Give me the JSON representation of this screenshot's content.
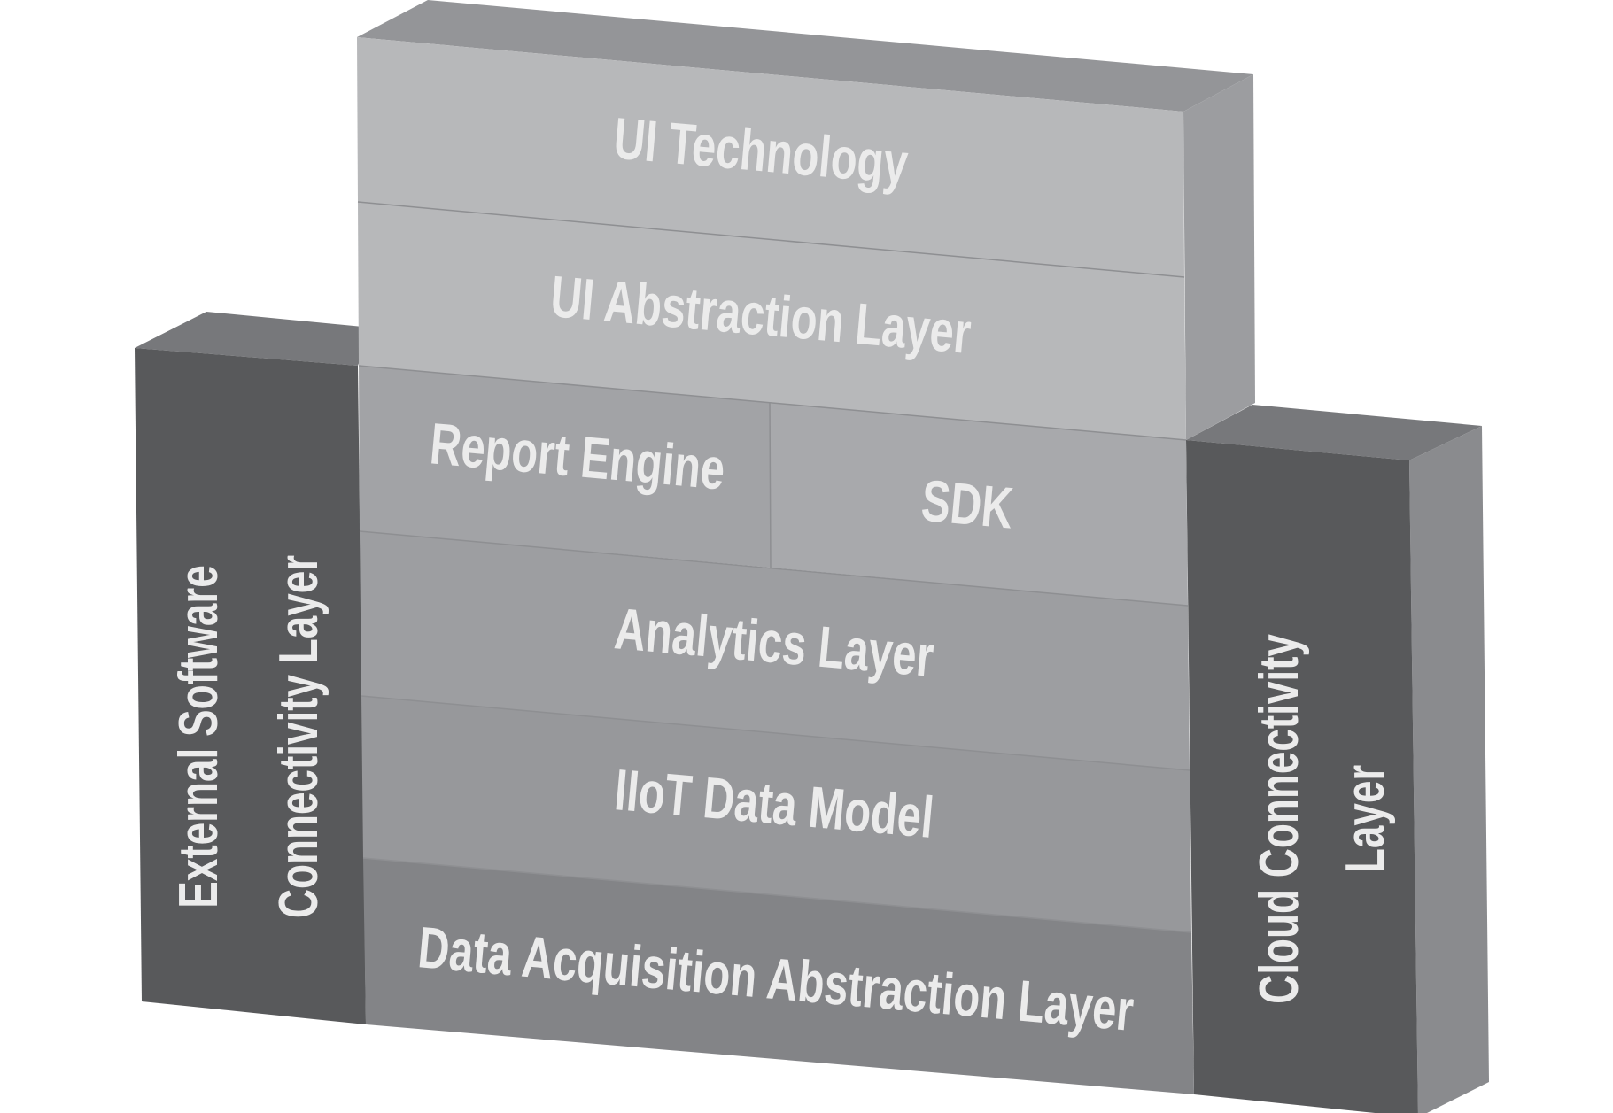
{
  "diagram": {
    "layers": {
      "ui_technology": "UI Technology",
      "ui_abstraction": "UI Abstraction Layer",
      "report_engine": "Report Engine",
      "sdk": "SDK",
      "analytics": "Analytics Layer",
      "iiot_data_model": "IIoT Data Model",
      "data_acquisition": "Data Acquisition Abstraction Layer"
    },
    "side_pillars": {
      "left": {
        "line1": "External Software",
        "line2": "Connectivity Layer"
      },
      "right": {
        "line1": "Cloud Connectivity",
        "line2": "Layer"
      }
    },
    "colors": {
      "top_layers": "#b7b8ba",
      "middle_layers": "#a2a3a6",
      "lower_layers": "#97989b",
      "bottom_layer": "#838487",
      "pillars": "#58595b",
      "pillar_tops": "#77787b",
      "text": "#ebebeb"
    }
  }
}
